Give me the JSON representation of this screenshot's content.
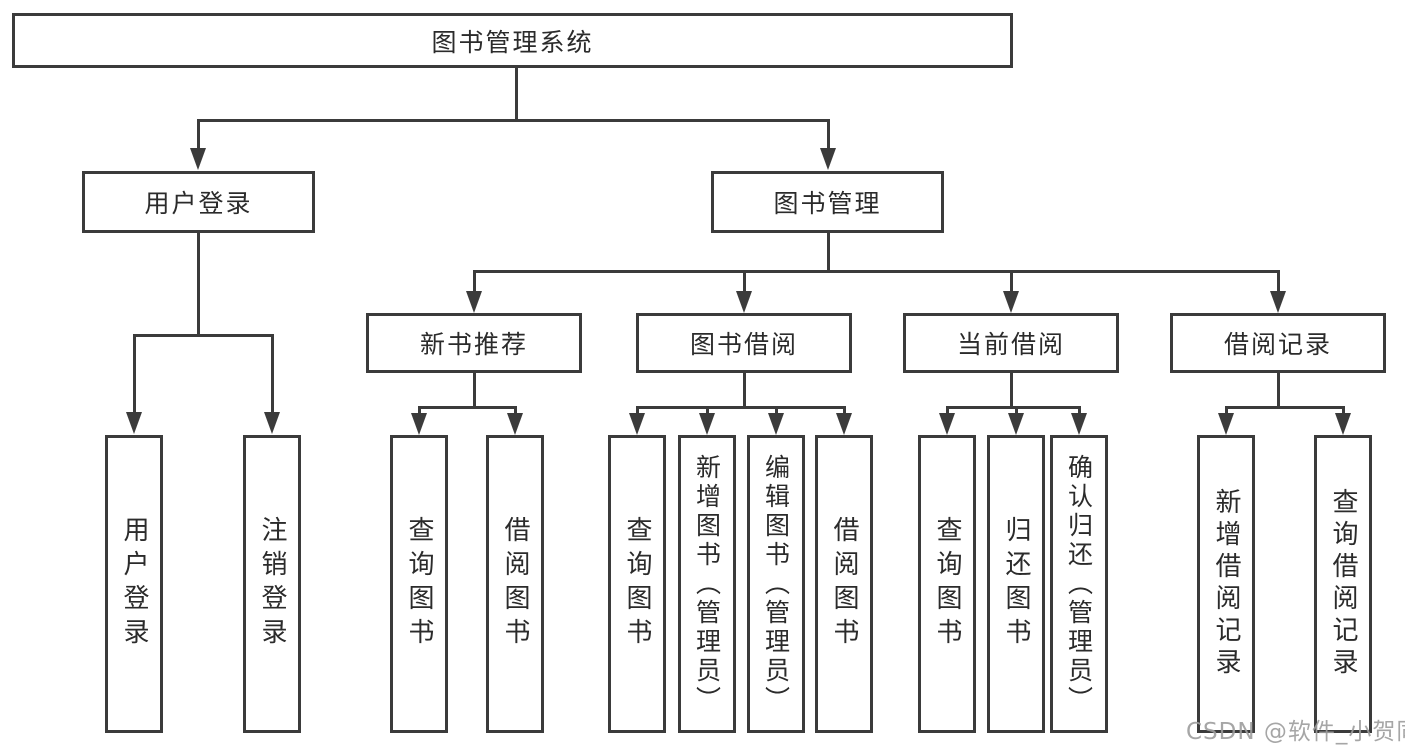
{
  "diagram": {
    "root": {
      "label": "图书管理系统"
    },
    "level2": [
      {
        "label": "用户登录"
      },
      {
        "label": "图书管理"
      }
    ],
    "level3": [
      {
        "label": "新书推荐"
      },
      {
        "label": "图书借阅"
      },
      {
        "label": "当前借阅"
      },
      {
        "label": "借阅记录"
      }
    ],
    "leaves": {
      "user_login": [
        {
          "label": "用户登录"
        },
        {
          "label": "注销登录"
        }
      ],
      "new_books": [
        {
          "label": "查询图书"
        },
        {
          "label": "借阅图书"
        }
      ],
      "book_borrow": [
        {
          "label": "查询图书"
        },
        {
          "label": "新增图书（管理员）"
        },
        {
          "label": "编辑图书（管理员）"
        },
        {
          "label": "借阅图书"
        }
      ],
      "current_borrow": [
        {
          "label": "查询图书"
        },
        {
          "label": "归还图书"
        },
        {
          "label": "确认归还（管理员）"
        }
      ],
      "borrow_records": [
        {
          "label": "新增借阅记录"
        },
        {
          "label": "查询借阅记录"
        }
      ]
    },
    "watermark": "CSDN @软件_小贺同学",
    "colors": {
      "line": "#3b3b3b",
      "text": "#2b2b2b",
      "watermark": "#9d9d9d",
      "background": "#ffffff"
    }
  }
}
